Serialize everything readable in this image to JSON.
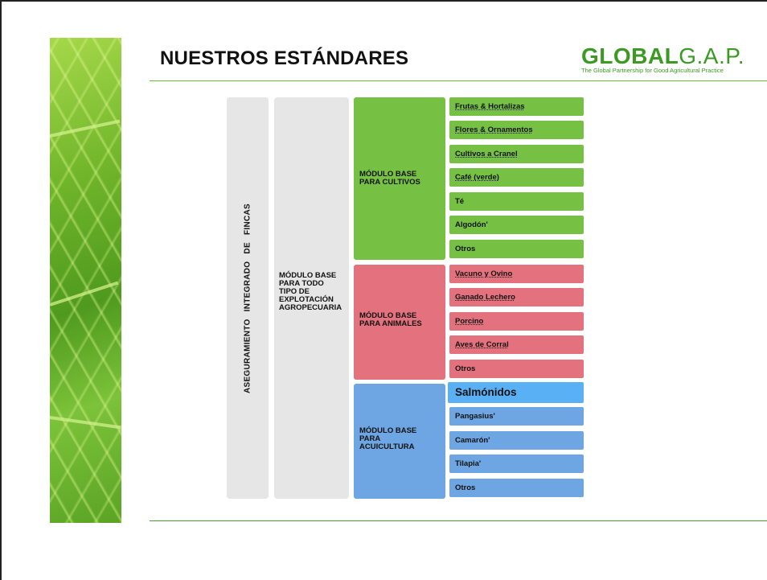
{
  "slide": {
    "title": "NUESTROS ESTÁNDARES",
    "logo": {
      "bold": "GLOBAL",
      "light": "G.A.P.",
      "tagline": "The Global Partnership for Good Agricultural Practice",
      "color": "#3a9a22"
    }
  },
  "diagram": {
    "column1_label": "ASEGURAMIENTO INTEGRADO DE FINCAS",
    "column2_label": "MÓDULO BASE\nPARA TODO\nTIPO DE\nEXPLOTACIÓN\nAGROPECUARIA",
    "modules": [
      {
        "label": "MÓDULO BASE\nPARA CULTIVOS",
        "color": "#76c043",
        "items": [
          "Frutas & Hortalizas",
          "Flores & Ornamentos",
          "Cultivos a Cranel",
          "Café (verde)",
          "Té",
          "Algodón'",
          "Otros"
        ]
      },
      {
        "label": "MÓDULO BASE\nPARA ANIMALES",
        "color": "#e4727e",
        "items": [
          "Vacuno y Ovino",
          "Ganado Lechero",
          "Porcino",
          "Aves de Corral",
          "Otros"
        ]
      },
      {
        "label": "MÓDULO BASE\nPARA\nACUICULTURA",
        "color": "#6da6e2",
        "items": [
          "Salmónidos",
          "Pangasius'",
          "Camarón'",
          "Tilapia'",
          "Otros"
        ]
      }
    ]
  }
}
